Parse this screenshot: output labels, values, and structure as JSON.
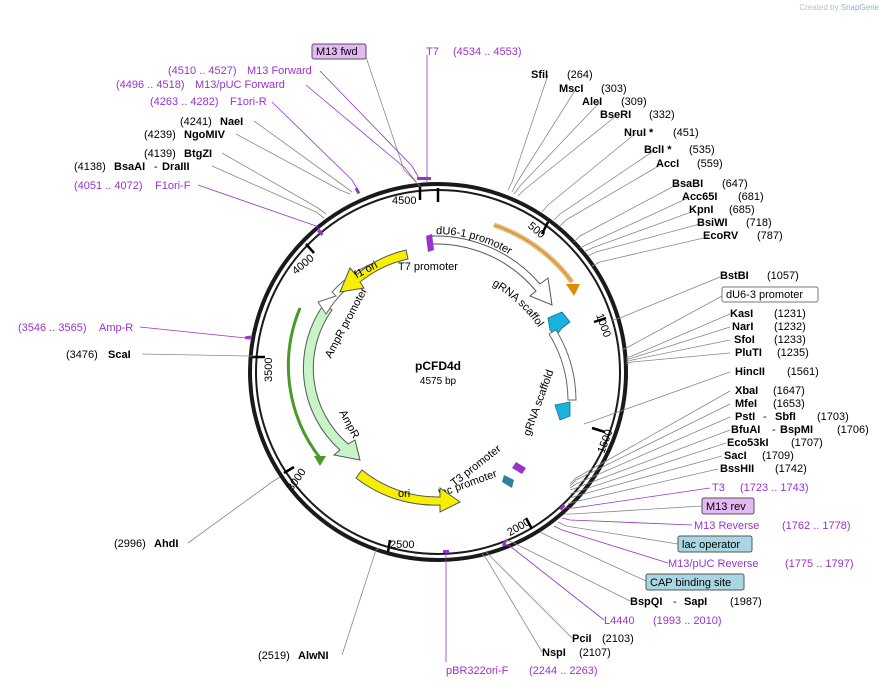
{
  "credit": {
    "prefix": "Created by",
    "brand": "SnapGene"
  },
  "plasmid": {
    "name": "pCFD4d",
    "length_label": "4575 bp"
  },
  "scale_ticks": [
    "500",
    "1000",
    "1500",
    "2000",
    "2500",
    "3000",
    "3500",
    "4000",
    "4500"
  ],
  "features": {
    "dU6_1": "dU6-1 promoter",
    "gRNA1": "gRNA scaffold",
    "gRNA2": "gRNA scaffold",
    "T3p": "T3 promoter",
    "lacp": "lac promoter",
    "ori": "ori",
    "AmpR": "AmpR",
    "AmpRp": "AmpR promoter",
    "f1ori": "f1 ori",
    "T7p": "T7 promoter"
  },
  "left_labels": [
    {
      "id": "m13fwd",
      "type": "box",
      "text": "M13 fwd"
    },
    {
      "id": "m13f",
      "type": "primer",
      "coords": "(4510 .. 4527)",
      "name": "M13 Forward"
    },
    {
      "id": "m13puc",
      "type": "primer",
      "coords": "(4496 .. 4518)",
      "name": "M13/pUC Forward"
    },
    {
      "id": "f1r",
      "type": "primer",
      "coords": "(4263 .. 4282)",
      "name": "F1ori-R"
    },
    {
      "id": "nae",
      "type": "enzyme",
      "coords": "(4241)",
      "name": "NaeI"
    },
    {
      "id": "ngo",
      "type": "enzyme",
      "coords": "(4239)",
      "name": "NgoMIV"
    },
    {
      "id": "btg",
      "type": "enzyme",
      "coords": "(4139)",
      "name": "BtgZI"
    },
    {
      "id": "bsaai",
      "type": "enzyme",
      "coords": "(4138)",
      "name": "BsaAI",
      "name2": "DraIII"
    },
    {
      "id": "f1f",
      "type": "primer",
      "coords": "(4051 .. 4072)",
      "name": "F1ori-F"
    },
    {
      "id": "ampr",
      "type": "primer",
      "coords": "(3546 .. 3565)",
      "name": "Amp-R"
    },
    {
      "id": "sca",
      "type": "enzyme",
      "coords": "(3476)",
      "name": "ScaI"
    },
    {
      "id": "ahd",
      "type": "enzyme",
      "coords": "(2996)",
      "name": "AhdI"
    },
    {
      "id": "alw",
      "type": "enzyme",
      "coords": "(2519)",
      "name": "AlwNI"
    }
  ],
  "top_primer": {
    "name": "T7",
    "coords": "(4534 .. 4553)"
  },
  "right_labels": [
    {
      "id": "sfi",
      "type": "enzyme",
      "name": "SfiI",
      "coords": "(264)"
    },
    {
      "id": "msc",
      "type": "enzyme",
      "name": "MscI",
      "coords": "(303)"
    },
    {
      "id": "ale",
      "type": "enzyme",
      "name": "AleI",
      "coords": "(309)"
    },
    {
      "id": "bsr",
      "type": "enzyme",
      "name": "BseRI",
      "coords": "(332)"
    },
    {
      "id": "nru",
      "type": "enzyme",
      "name": "NruI *",
      "coords": "(451)"
    },
    {
      "id": "bcl",
      "type": "enzyme",
      "name": "BclI *",
      "coords": "(535)"
    },
    {
      "id": "acc",
      "type": "enzyme",
      "name": "AccI",
      "coords": "(559)"
    },
    {
      "id": "bsab",
      "type": "enzyme",
      "name": "BsaBI",
      "coords": "(647)"
    },
    {
      "id": "acc65",
      "type": "enzyme",
      "name": "Acc65I",
      "coords": "(681)"
    },
    {
      "id": "kpn",
      "type": "enzyme",
      "name": "KpnI",
      "coords": "(685)"
    },
    {
      "id": "bsiw",
      "type": "enzyme",
      "name": "BsiWI",
      "coords": "(718)"
    },
    {
      "id": "ecorv",
      "type": "enzyme",
      "name": "EcoRV",
      "coords": "(787)"
    },
    {
      "id": "bstbi",
      "type": "enzyme",
      "name": "BstBI",
      "coords": "(1057)"
    },
    {
      "id": "du63",
      "type": "box",
      "name": "dU6-3 promoter"
    },
    {
      "id": "kas",
      "type": "enzyme",
      "name": "KasI",
      "coords": "(1231)"
    },
    {
      "id": "nar",
      "type": "enzyme",
      "name": "NarI",
      "coords": "(1232)"
    },
    {
      "id": "sfo",
      "type": "enzyme",
      "name": "SfoI",
      "coords": "(1233)"
    },
    {
      "id": "plu",
      "type": "enzyme",
      "name": "PluTI",
      "coords": "(1235)"
    },
    {
      "id": "hinc",
      "type": "enzyme",
      "name": "HincII",
      "coords": "(1561)"
    },
    {
      "id": "xba",
      "type": "enzyme",
      "name": "XbaI",
      "coords": "(1647)"
    },
    {
      "id": "mfe",
      "type": "enzyme",
      "name": "MfeI",
      "coords": "(1653)"
    },
    {
      "id": "pst",
      "type": "enzyme",
      "name": "PstI",
      "name2": "SbfI",
      "coords": "(1703)"
    },
    {
      "id": "bfu",
      "type": "enzyme",
      "name": "BfuAI",
      "name2": "BspMI",
      "coords": "(1706)"
    },
    {
      "id": "eco53",
      "type": "enzyme",
      "name": "Eco53kI",
      "coords": "(1707)"
    },
    {
      "id": "sac",
      "type": "enzyme",
      "name": "SacI",
      "coords": "(1709)"
    },
    {
      "id": "bsshii",
      "type": "enzyme",
      "name": "BssHII",
      "coords": "(1742)"
    },
    {
      "id": "t3",
      "type": "primer",
      "name": "T3",
      "coords": "(1723 .. 1743)"
    },
    {
      "id": "m13rev",
      "type": "box",
      "name": "M13 rev"
    },
    {
      "id": "m13r",
      "type": "primer",
      "name": "M13 Reverse",
      "coords": "(1762 .. 1778)"
    },
    {
      "id": "lacop",
      "type": "boxteal",
      "name": "lac operator"
    },
    {
      "id": "m13pucr",
      "type": "primer",
      "name": "M13/pUC Reverse",
      "coords": "(1775 .. 1797)"
    },
    {
      "id": "cap",
      "type": "boxteal",
      "name": "CAP binding site"
    },
    {
      "id": "bspqi",
      "type": "enzyme",
      "name": "BspQI",
      "name2": "SapI",
      "coords": "(1987)"
    },
    {
      "id": "l4440",
      "type": "primer",
      "name": "L4440",
      "coords": "(1993 .. 2010)"
    },
    {
      "id": "pci",
      "type": "enzyme",
      "name": "PciI",
      "coords": "(2103)"
    },
    {
      "id": "nsp",
      "type": "enzyme",
      "name": "NspI",
      "coords": "(2107)"
    },
    {
      "id": "pbr",
      "type": "primer",
      "name": "pBR322ori-F",
      "coords": "(2244 .. 2263)"
    }
  ]
}
